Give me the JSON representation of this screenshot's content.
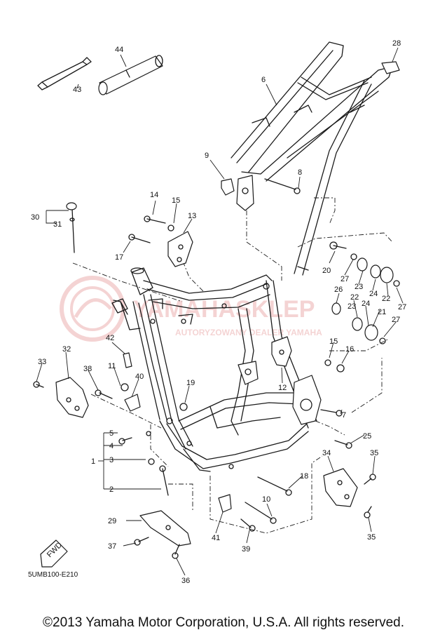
{
  "diagram": {
    "code": "5UMB100-E210",
    "copyright": "©2013 Yamaha Motor Corporation, U.S.A. All rights reserved.",
    "fwd_label": "FWD",
    "watermark": {
      "line1": "YAMAHASKLEP",
      "line2": "AUTORYZOWANY DEALER YAMAHA",
      "color": "#e8a0a0"
    },
    "callouts": [
      "1",
      "2",
      "3",
      "4",
      "5",
      "6",
      "7",
      "8",
      "9",
      "10",
      "11",
      "12",
      "13",
      "14",
      "15",
      "16",
      "17",
      "18",
      "19",
      "20",
      "21",
      "22",
      "23",
      "24",
      "25",
      "26",
      "27",
      "28",
      "29",
      "30",
      "31",
      "32",
      "33",
      "34",
      "35",
      "36",
      "37",
      "38",
      "39",
      "40",
      "41",
      "42",
      "43",
      "44"
    ]
  }
}
